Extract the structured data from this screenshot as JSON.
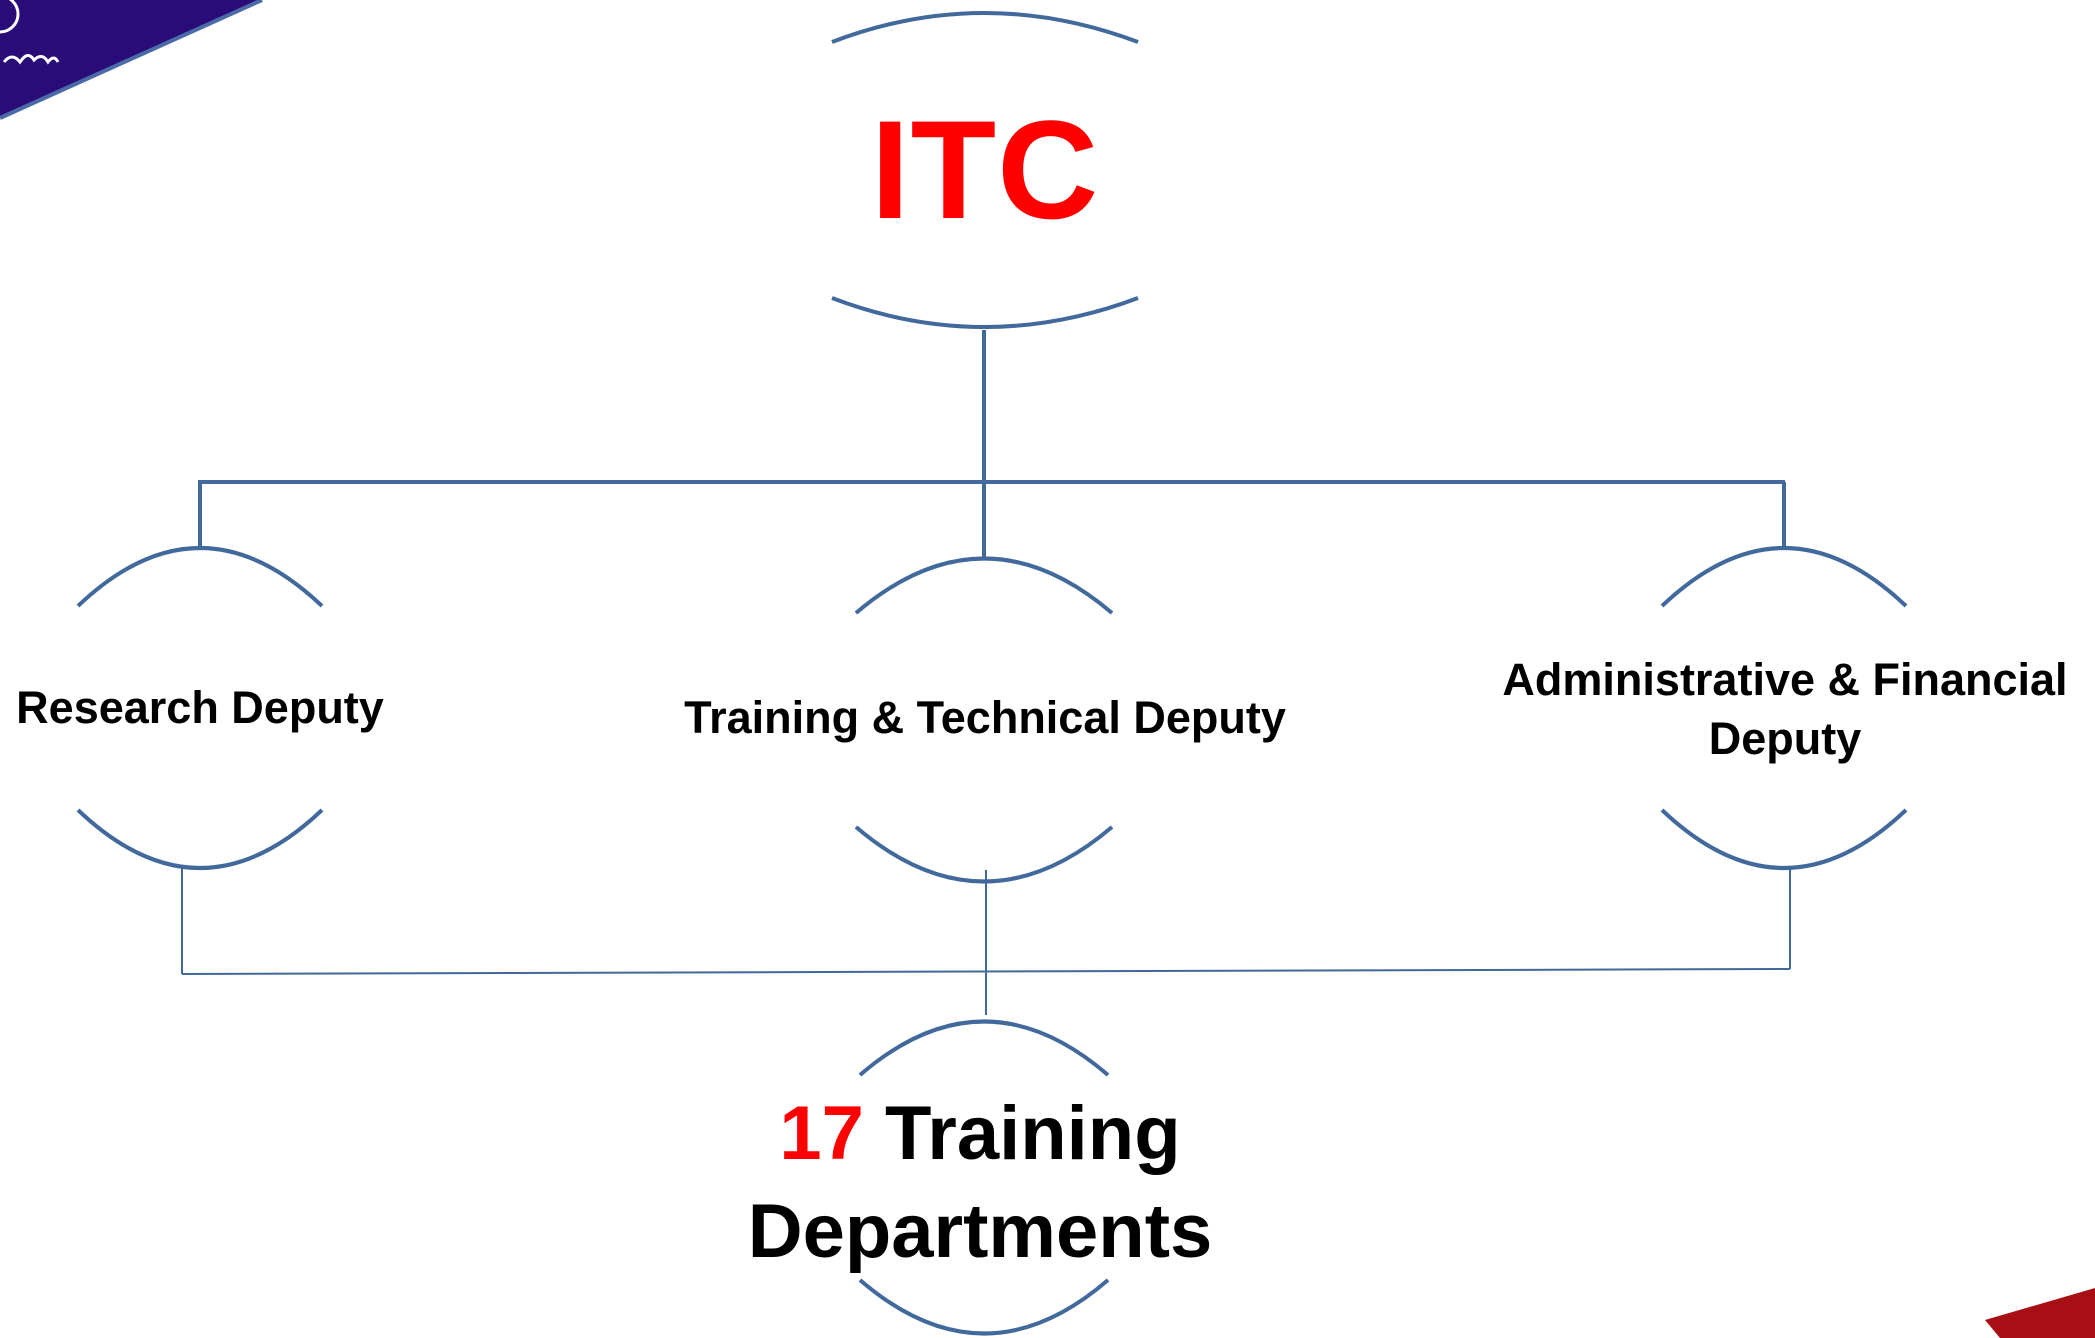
{
  "colors": {
    "connector": "#41699b",
    "accent": "#ff0000",
    "text": "#000000",
    "logo_banner": "#2a0c78",
    "corner_ribbon": "#a80f14"
  },
  "root": {
    "label": "ITC"
  },
  "deputies": [
    {
      "label": "Research Deputy"
    },
    {
      "label": "Training & Technical Deputy"
    },
    {
      "label": "Administrative & Financial Deputy"
    }
  ],
  "departments": {
    "count": "17",
    "label": "Training Departments"
  }
}
